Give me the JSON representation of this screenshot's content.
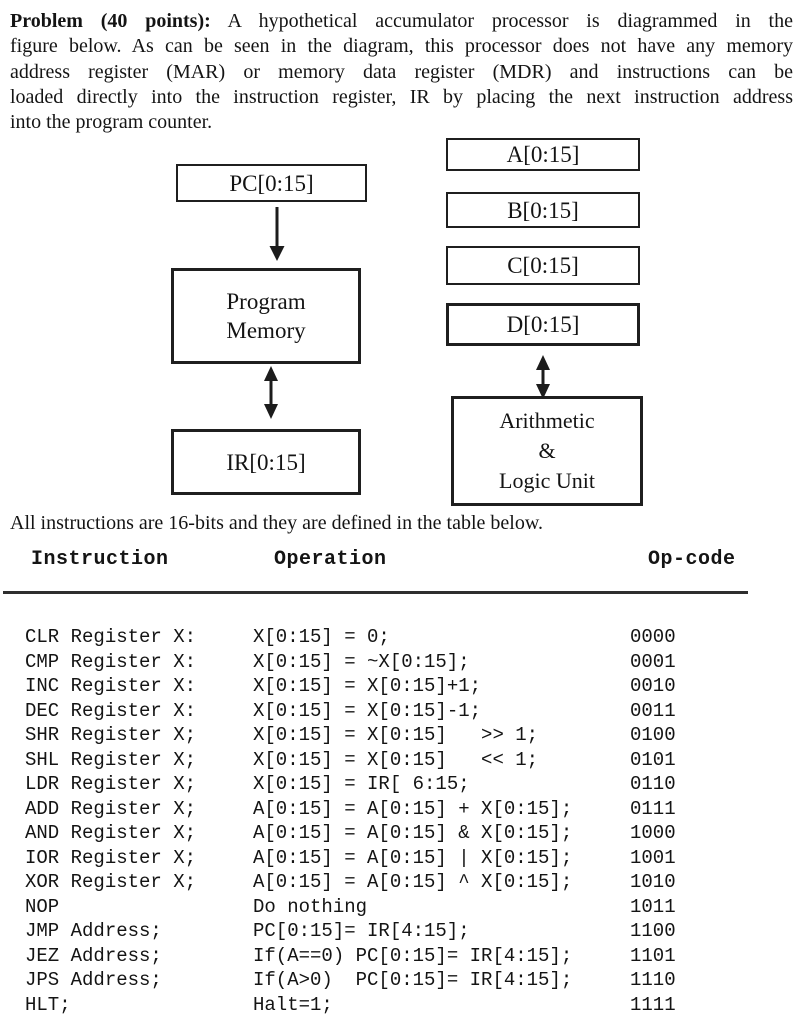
{
  "intro": {
    "bold_lead": "Problem (40 points):",
    "line1_rest": " A hypothetical accumulator processor is diagrammed in the",
    "line2": "figure below. As can be seen in the diagram, this processor does not have any memory",
    "line3": "address register (MAR) or memory data register (MDR) and instructions can be",
    "line4": "loaded directly into the instruction register, IR by placing the next instruction address",
    "line5": "into the program counter."
  },
  "diagram": {
    "pc_label": "PC[0:15]",
    "program_memory_line1": "Program",
    "program_memory_line2": "Memory",
    "ir_label": "IR[0:15]",
    "reg_a": "A[0:15]",
    "reg_b": "B[0:15]",
    "reg_c": "C[0:15]",
    "reg_d": "D[0:15]",
    "alu_line1": "Arithmetic",
    "alu_line2": "&",
    "alu_line3": "Logic Unit"
  },
  "note": "All instructions are 16-bits and they are defined in the table below.",
  "table": {
    "headers": {
      "instruction": "Instruction",
      "operation": "Operation",
      "opcode": "Op-code"
    },
    "rows": [
      {
        "instr": "CLR Register X:",
        "op": "X[0:15] = 0;",
        "code": "0000"
      },
      {
        "instr": "CMP Register X:",
        "op": "X[0:15] = ~X[0:15];",
        "code": "0001"
      },
      {
        "instr": "INC Register X:",
        "op": "X[0:15] = X[0:15]+1;",
        "code": "0010"
      },
      {
        "instr": "DEC Register X:",
        "op": "X[0:15] = X[0:15]-1;",
        "code": "0011"
      },
      {
        "instr": "SHR Register X;",
        "op": "X[0:15] = X[0:15]   >> 1;",
        "code": "0100"
      },
      {
        "instr": "SHL Register X;",
        "op": "X[0:15] = X[0:15]   << 1;",
        "code": "0101"
      },
      {
        "instr": "LDR Register X;",
        "op": "X[0:15] = IR[ 6:15;",
        "code": "0110"
      },
      {
        "instr": "ADD Register X;",
        "op": "A[0:15] = A[0:15] + X[0:15];",
        "code": "0111"
      },
      {
        "instr": "AND Register X;",
        "op": "A[0:15] = A[0:15] & X[0:15];",
        "code": "1000"
      },
      {
        "instr": "IOR Register X;",
        "op": "A[0:15] = A[0:15] | X[0:15];",
        "code": "1001"
      },
      {
        "instr": "XOR Register X;",
        "op": "A[0:15] = A[0:15] ^ X[0:15];",
        "code": "1010"
      },
      {
        "instr": "NOP",
        "op": "Do nothing",
        "code": "1011"
      },
      {
        "instr": "JMP Address;",
        "op": "PC[0:15]= IR[4:15];",
        "code": "1100"
      },
      {
        "instr": "JEZ Address;",
        "op": "If(A==0) PC[0:15]= IR[4:15];",
        "code": "1101"
      },
      {
        "instr": "JPS Address;",
        "op": "If(A>0)  PC[0:15]= IR[4:15];",
        "code": "1110"
      },
      {
        "instr": "HLT;",
        "op": "Halt=1;",
        "code": "1111"
      }
    ]
  },
  "colors": {
    "text": "#141414",
    "border": "#1f1f1f",
    "rule": "#2e2e2e",
    "background": "#ffffff"
  }
}
